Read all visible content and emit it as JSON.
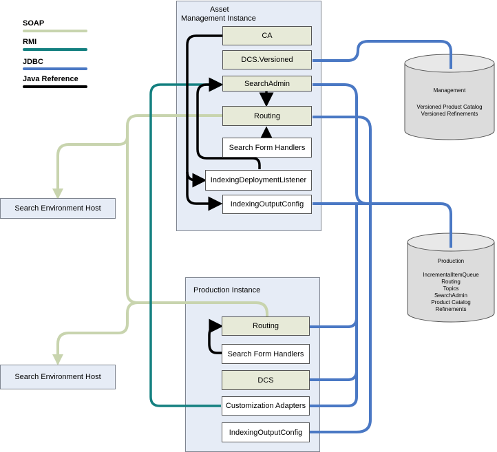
{
  "legend": {
    "items": [
      {
        "label": "SOAP",
        "color": "#c8d4ae"
      },
      {
        "label": "RMI",
        "color": "#148080"
      },
      {
        "label": "JDBC",
        "color": "#4a78c4"
      },
      {
        "label": "Java Reference",
        "color": "#000000"
      }
    ]
  },
  "asset_instance": {
    "title_line1": "Asset",
    "title_line2": "Management Instance",
    "nodes": {
      "ca": "CA",
      "dcs_versioned": "DCS.Versioned",
      "search_admin": "SearchAdmin",
      "routing": "Routing",
      "search_form_handlers": "Search Form Handlers",
      "indexing_deployment_listener": "IndexingDeploymentListener",
      "indexing_output_config": "IndexingOutputConfig"
    }
  },
  "production_instance": {
    "title": "Production Instance",
    "nodes": {
      "routing": "Routing",
      "search_form_handlers": "Search Form Handlers",
      "dcs": "DCS",
      "customization_adapters": "Customization Adapters",
      "indexing_output_config": "IndexingOutputConfig"
    }
  },
  "hosts": {
    "host1": "Search Environment Host",
    "host2": "Search Environment Host"
  },
  "databases": {
    "management": {
      "title": "Management",
      "lines": [
        "Versioned Product Catalog",
        "Versioned Refinements"
      ]
    },
    "production": {
      "title": "Production",
      "lines": [
        "IncrementalItemQueue",
        "Routing",
        "Topics",
        "SearchAdmin",
        "Product Catalog",
        "Refinements"
      ]
    }
  }
}
